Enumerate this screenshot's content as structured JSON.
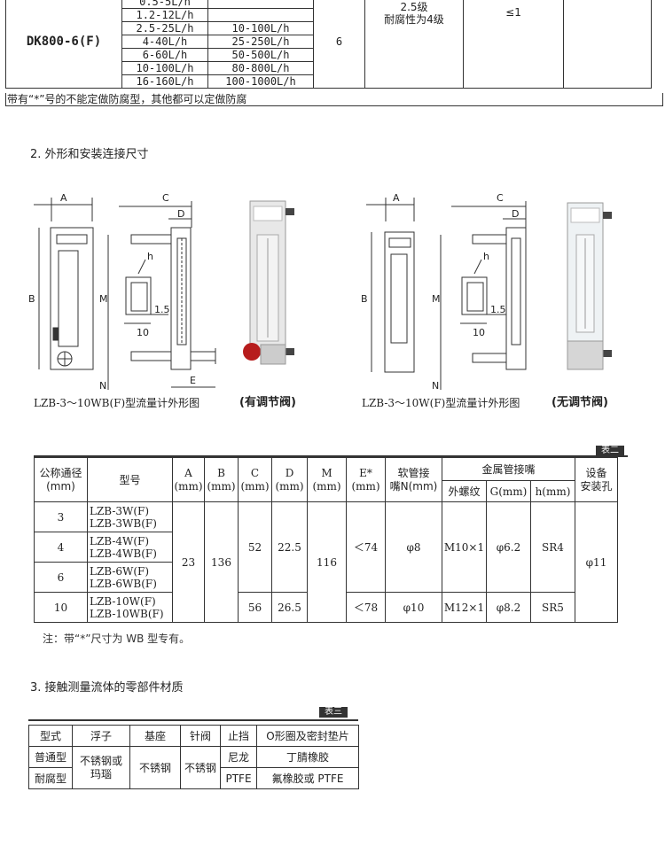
{
  "spec_table": {
    "model": "DK800-6(F)",
    "rows": [
      {
        "range1": "0.5-5L/h",
        "range2": ""
      },
      {
        "range1": "1.2-12L/h",
        "range2": ""
      },
      {
        "range1": "2.5-25L/h",
        "range2": "10-100L/h"
      },
      {
        "range1": "4-40L/h",
        "range2": "25-250L/h"
      },
      {
        "range1": "6-60L/h",
        "range2": "50-500L/h"
      },
      {
        "range1": "10-100L/h",
        "range2": "80-800L/h"
      },
      {
        "range1": "16-160L/h",
        "range2": "100-1000L/h"
      }
    ],
    "size": "6",
    "accuracy_line1": "2.5级",
    "accuracy_line2": "耐腐性为4级",
    "pressure": "≤1",
    "note": "带有“*”号的不能定做防腐型，其他都可以定做防腐"
  },
  "section2_title": "2. 外形和安装连接尺寸",
  "figure_left": {
    "caption": "LZB-3～10WB(F)型流量计外形图",
    "tag": "(有调节阀)"
  },
  "figure_right": {
    "caption": "LZB-3～10W(F)型流量计外形图",
    "tag": "(无调节阀)"
  },
  "dim_labels": {
    "A": "A",
    "B": "B",
    "C": "C",
    "D": "D",
    "E": "E",
    "M": "M",
    "N": "N",
    "h": "h",
    "ten": "10",
    "one5": "1.5"
  },
  "table2": {
    "tag": "表二",
    "headers": {
      "dn": "公称通径\n(mm)",
      "model": "型号",
      "a": "A\n(mm)",
      "b": "B\n(mm)",
      "c": "C\n(mm)",
      "d": "D\n(mm)",
      "m": "M\n(mm)",
      "e": "E*\n(mm)",
      "hose": "软管接\n嘴N(mm)",
      "metal": "金属管接嘴",
      "thread": "外螺纹",
      "g": "G(mm)",
      "h": "h(mm)",
      "hole": "设备\n安装孔"
    },
    "rows": [
      {
        "dn": "3",
        "models": "LZB-3W(F)\nLZB-3WB(F)"
      },
      {
        "dn": "4",
        "models": "LZB-4W(F)\nLZB-4WB(F)"
      },
      {
        "dn": "6",
        "models": "LZB-6W(F)\nLZB-6WB(F)"
      },
      {
        "dn": "10",
        "models": "LZB-10W(F)\nLZB-10WB(F)"
      }
    ],
    "a": "23",
    "b": "136",
    "c1": "52",
    "d1": "22.5",
    "e1": "＜74",
    "n1": "φ8",
    "t1": "M10×1",
    "g1": "φ6.2",
    "h1": "SR4",
    "m": "116",
    "c2": "56",
    "d2": "26.5",
    "e2": "＜78",
    "n2": "φ10",
    "t2": "M12×1",
    "g2": "φ8.2",
    "h2": "SR5",
    "hole": "φ11",
    "note": "注：带“*”尺寸为 WB 型专有。"
  },
  "section3_title": "3. 接触测量流体的零部件材质",
  "table3": {
    "tag": "表三",
    "headers": [
      "型式",
      "浮子",
      "基座",
      "针阀",
      "止挡",
      "O形圈及密封垫片"
    ],
    "type1": "普通型",
    "type2": "耐腐型",
    "float": "不锈钢或\n玛瑙",
    "base": "不锈钢",
    "needle": "不锈钢",
    "stop1": "尼龙",
    "stop2": "PTFE",
    "seal1": "丁腈橡胶",
    "seal2": "氟橡胶或 PTFE"
  }
}
